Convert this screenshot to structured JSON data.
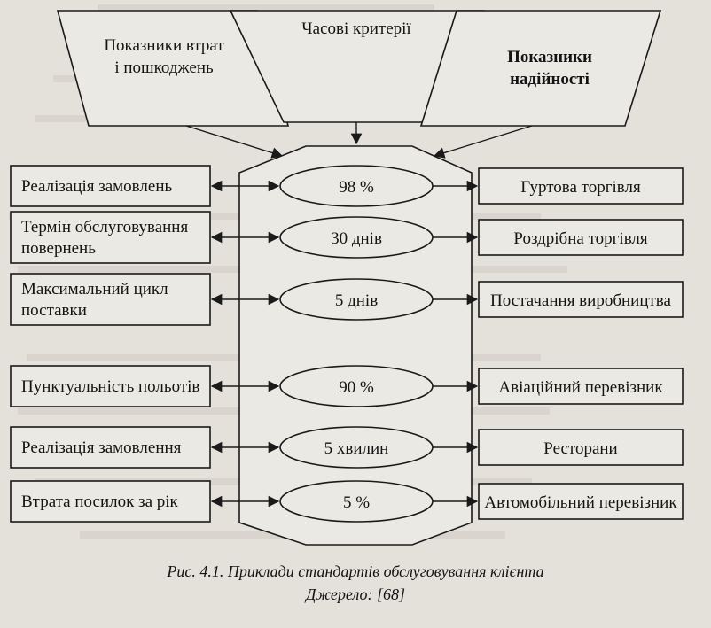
{
  "top_boxes": [
    "Показники втрат",
    "і пошкоджень",
    "Часові критерії",
    "Показники",
    "надійності"
  ],
  "left_boxes": [
    [
      "Реалізація замовлень"
    ],
    [
      "Термін обслуговування",
      "повернень"
    ],
    [
      "Максимальний цикл",
      "поставки"
    ],
    [
      "Пунктуальність польотів"
    ],
    [
      "Реалізація замовлення"
    ],
    [
      "Втрата посилок за рік"
    ]
  ],
  "values": [
    "98 %",
    "30 днів",
    "5 днів",
    "90 %",
    "5 хвилин",
    "5 %"
  ],
  "right_boxes": [
    "Гуртова торгівля",
    "Роздрібна торгівля",
    "Постачання виробництва",
    "Авіаційний перевізник",
    "Ресторани",
    "Автомобільний перевізник"
  ],
  "caption": {
    "title": "Рис. 4.1. Приклади стандартів обслуговування клієнта",
    "source": "Джерело: [68]"
  }
}
